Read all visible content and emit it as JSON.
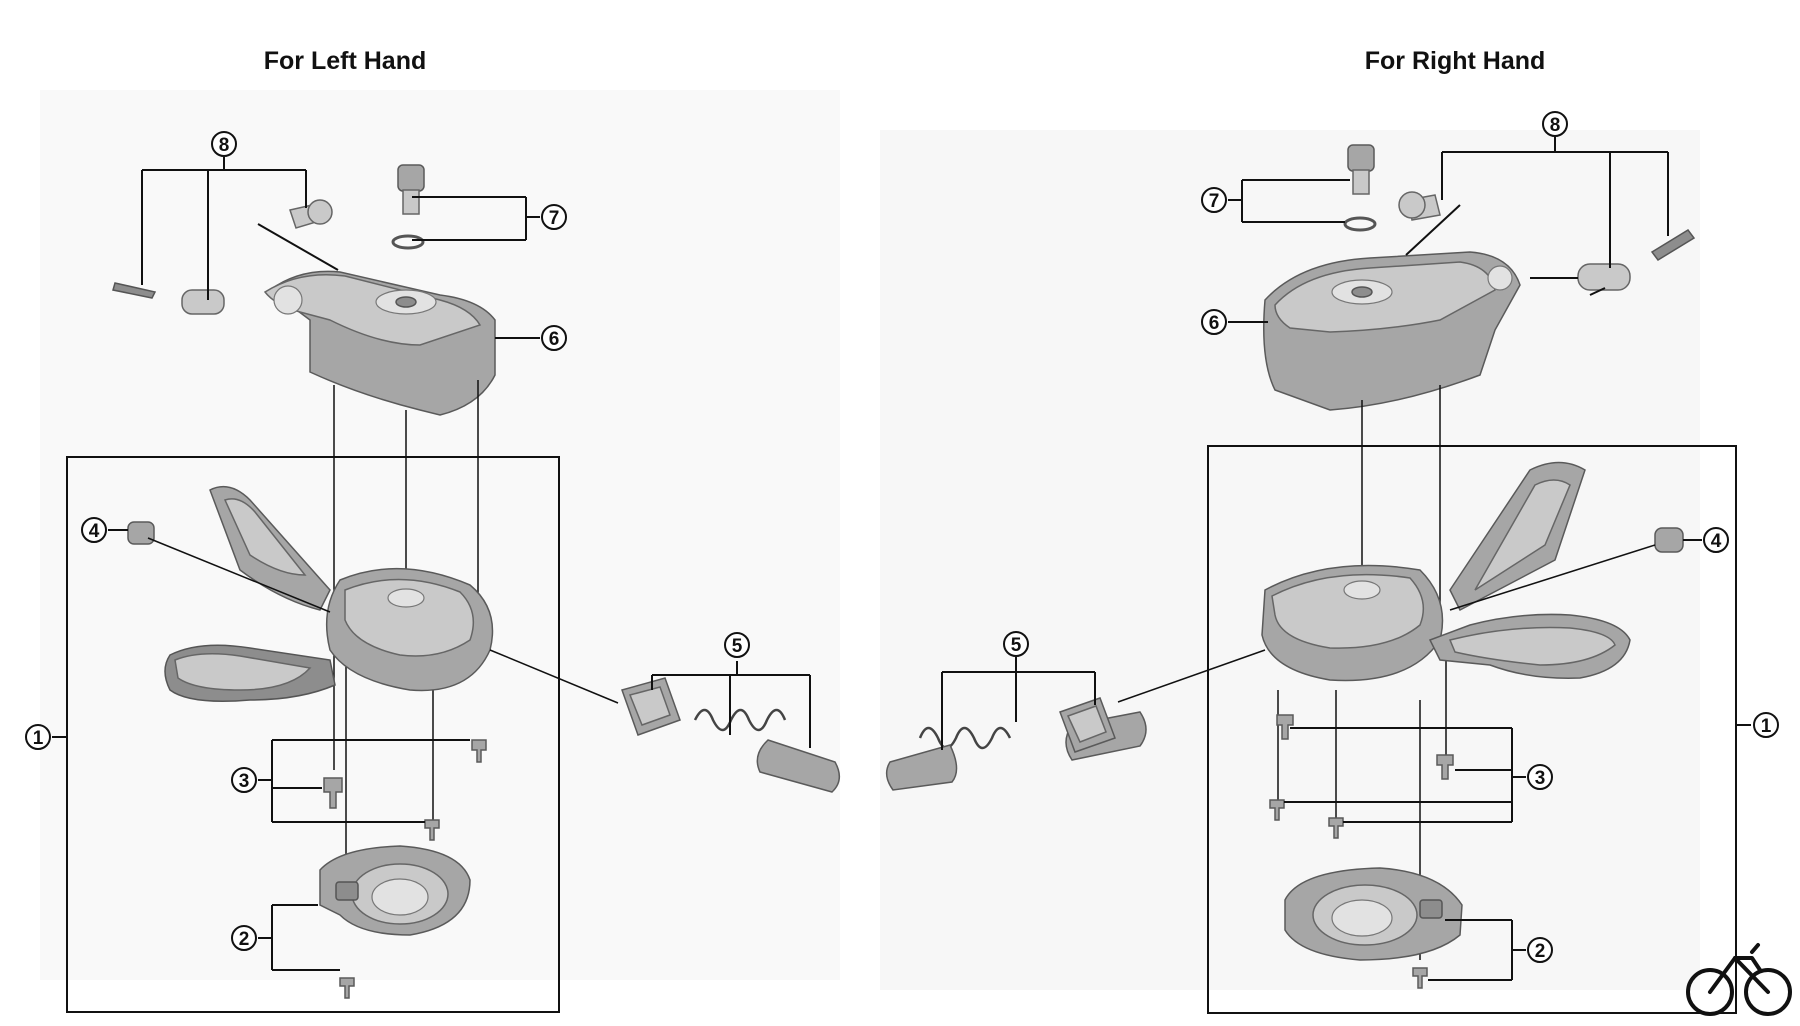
{
  "titles": {
    "left": "For Left Hand",
    "right": "For Right Hand"
  },
  "callouts": {
    "n1": "1",
    "n2": "2",
    "n3": "3",
    "n4": "4",
    "n5": "5",
    "n6": "6",
    "n7": "7",
    "n8": "8"
  },
  "colors": {
    "line": "#111111",
    "part_dark": "#8d8d8d",
    "part_light": "#c9c9c9",
    "background_panel": "#f7f7f7"
  },
  "logo_icon": "bicycle-icon"
}
